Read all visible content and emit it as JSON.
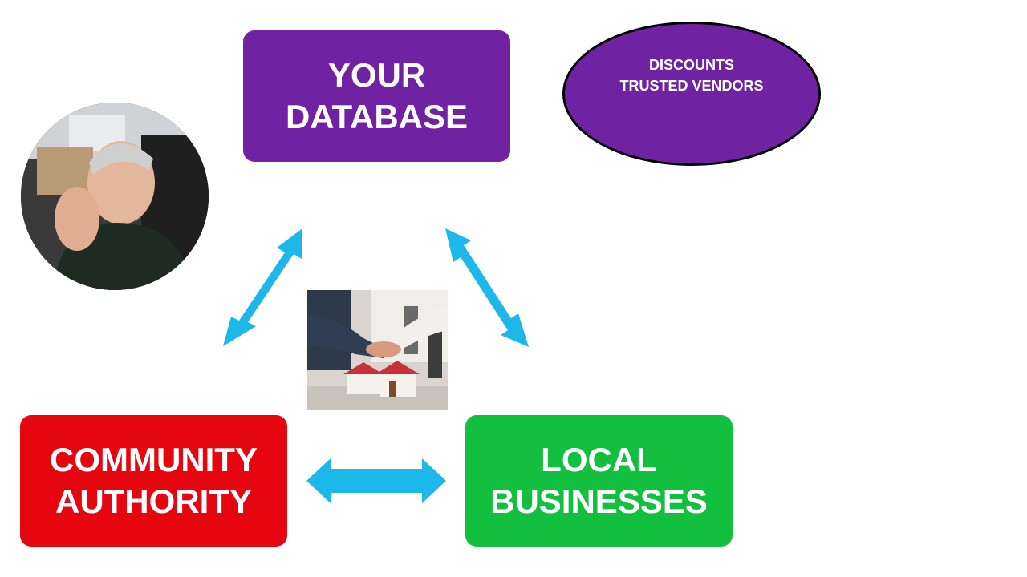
{
  "boxes": {
    "database": {
      "line1": "YOUR",
      "line2": "DATABASE",
      "color": "#6f22a2"
    },
    "community": {
      "line1": "COMMUNITY",
      "line2": "AUTHORITY",
      "color": "#e5060f"
    },
    "local": {
      "line1": "LOCAL",
      "line2": "BUSINESSES",
      "color": "#13bf3f"
    }
  },
  "oval": {
    "line1": "DISCOUNTS",
    "line2": "TRUSTED VENDORS",
    "color": "#6f22a2"
  },
  "arrow_color": "#1cb8ea",
  "images": {
    "presenter": "presenter-webcam-photo",
    "center": "handshake-house-model-photo"
  }
}
